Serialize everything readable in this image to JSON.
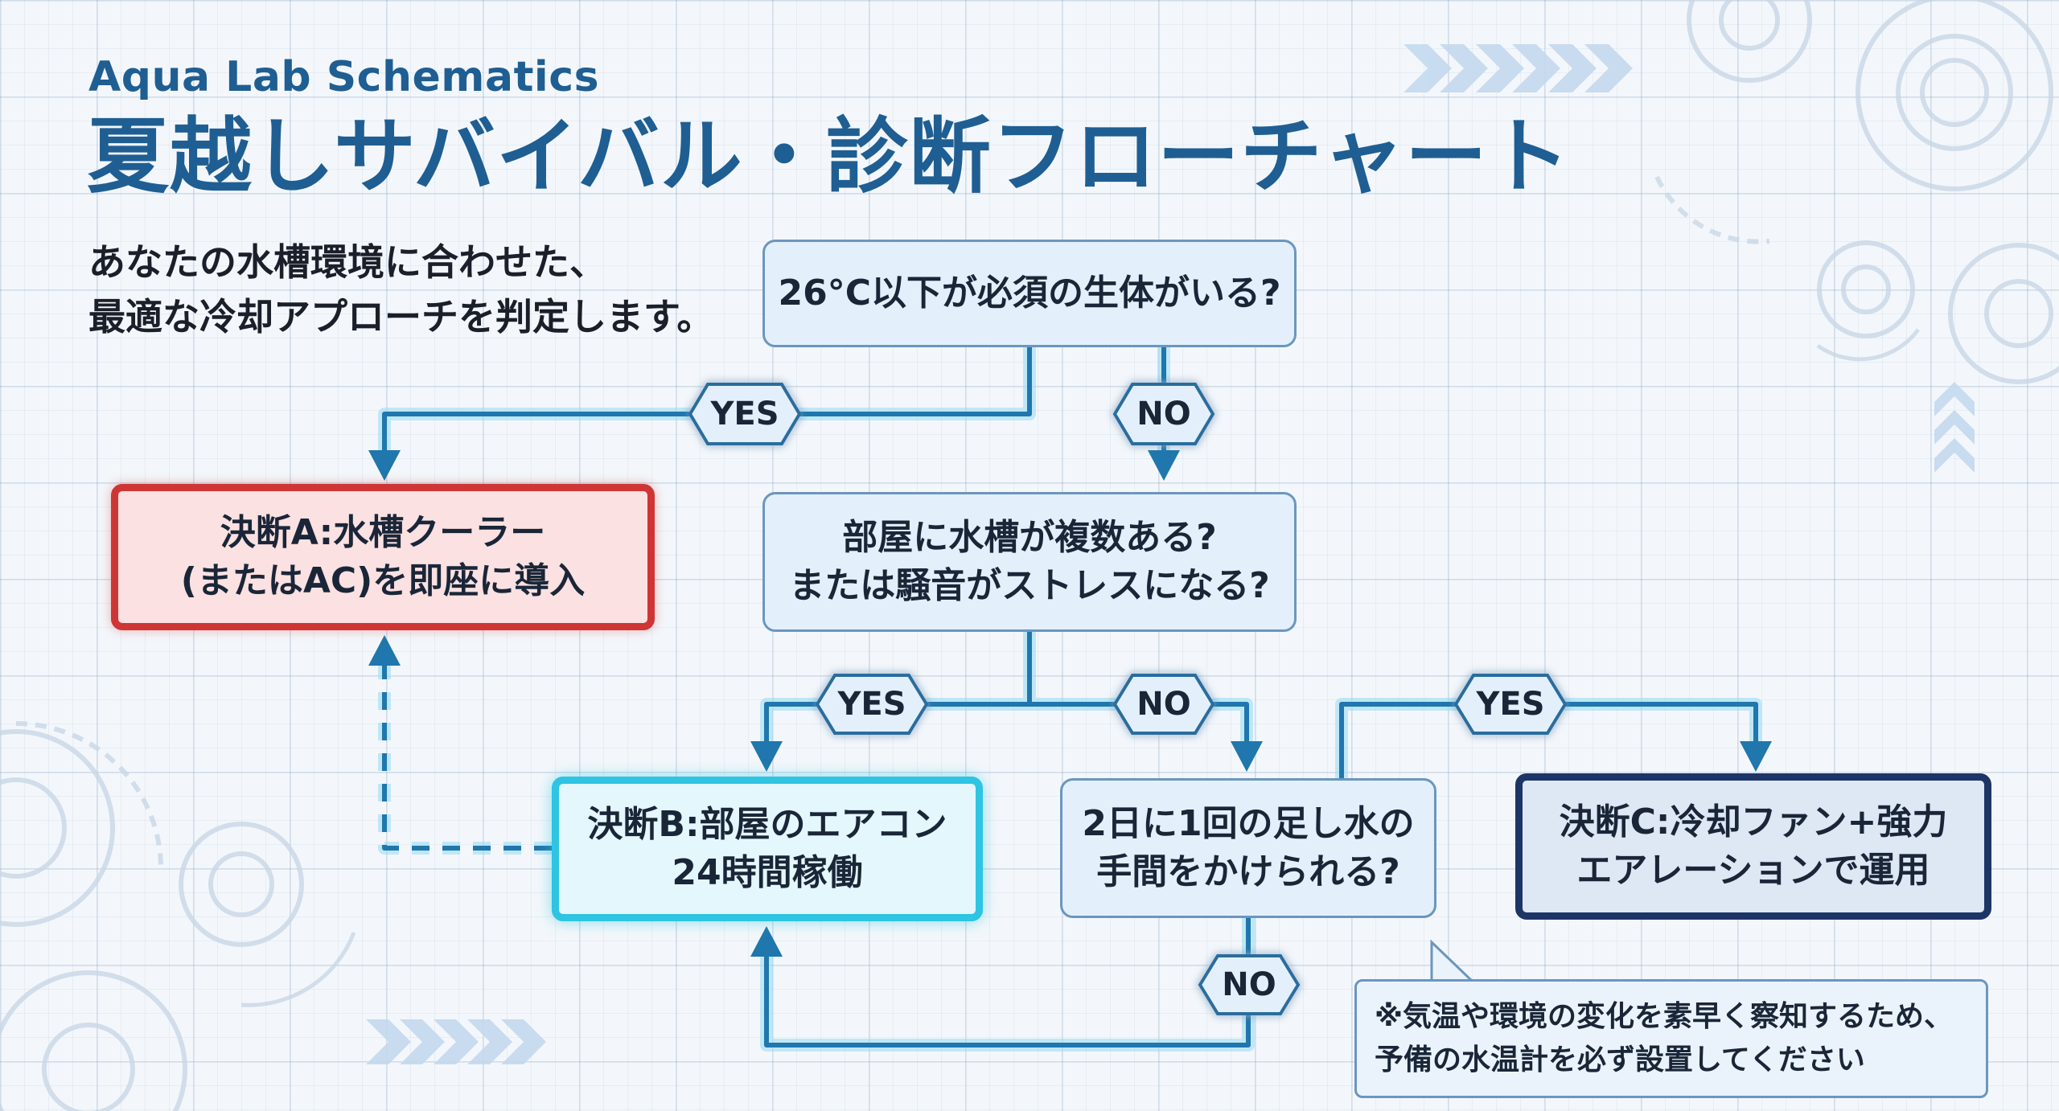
{
  "header": {
    "brand": "Aqua Lab Schematics",
    "title": "夏越しサバイバル・診断フローチャート",
    "intro_line1": "あなたの水槽環境に合わせた、",
    "intro_line2": "最適な冷却アプローチを判定します。"
  },
  "questions": {
    "q1": "26°C以下が必須の生体がいる?",
    "q2_line1": "部屋に水槽が複数ある?",
    "q2_line2": "または騒音がストレスになる?",
    "q3_line1": "2日に1回の足し水の",
    "q3_line2": "手間をかけられる?"
  },
  "decisions": {
    "a_line1": "決断A:水槽クーラー",
    "a_line2": "(またはAC)を即座に導入",
    "b_line1": "決断B:部屋のエアコン",
    "b_line2": "24時間稼働",
    "c_line1": "決断C:冷却ファン+強力",
    "c_line2": "エアレーションで運用"
  },
  "labels": {
    "yes": "YES",
    "no": "NO"
  },
  "note": {
    "line1": "※気温や環境の変化を素早く察知するため、",
    "line2": "予備の水温計を必ず設置してください"
  },
  "colors": {
    "title": "#1f5e92",
    "connector": "#1f77ad",
    "decision_a": "#cf3535",
    "decision_b": "#2ec4e2",
    "decision_c": "#1d3566"
  }
}
